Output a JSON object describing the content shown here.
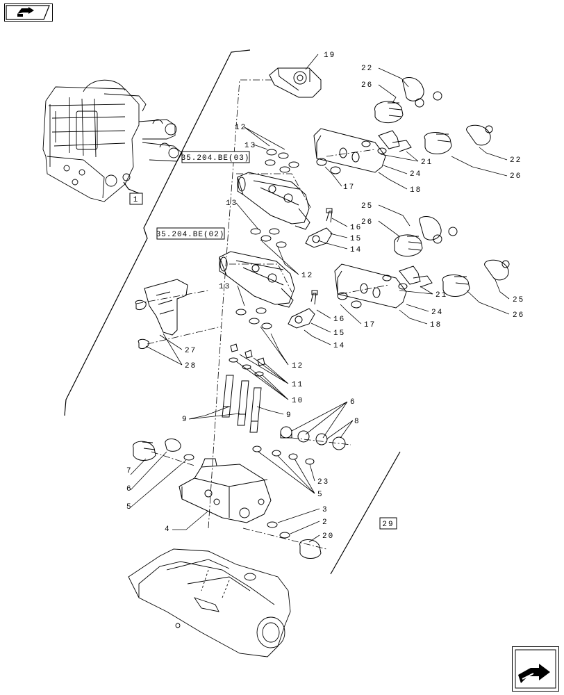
{
  "nav": {
    "prev_icon": "arrow-left-icon",
    "next_icon": "arrow-right-icon"
  },
  "refs": {
    "r1": "1",
    "r29": "29",
    "be03": "35.204.BE(03)",
    "be02": "35.204.BE(02)"
  },
  "callouts": [
    {
      "id": "c19",
      "text": "19"
    },
    {
      "id": "c22a",
      "text": "22"
    },
    {
      "id": "c26a",
      "text": "26"
    },
    {
      "id": "c12a",
      "text": "12"
    },
    {
      "id": "c13a",
      "text": "13"
    },
    {
      "id": "c21a",
      "text": "21"
    },
    {
      "id": "c24a",
      "text": "24"
    },
    {
      "id": "c22b",
      "text": "22"
    },
    {
      "id": "c26b",
      "text": "26"
    },
    {
      "id": "c17a",
      "text": "17"
    },
    {
      "id": "c18a",
      "text": "18"
    },
    {
      "id": "c25a",
      "text": "25"
    },
    {
      "id": "c26c",
      "text": "26"
    },
    {
      "id": "c13b",
      "text": "13"
    },
    {
      "id": "c16a",
      "text": "16"
    },
    {
      "id": "c15a",
      "text": "15"
    },
    {
      "id": "c14a",
      "text": "14"
    },
    {
      "id": "c12b",
      "text": "12"
    },
    {
      "id": "c21b",
      "text": "21"
    },
    {
      "id": "c24b",
      "text": "24"
    },
    {
      "id": "c25b",
      "text": "25"
    },
    {
      "id": "c26d",
      "text": "26"
    },
    {
      "id": "c13c",
      "text": "13"
    },
    {
      "id": "c16b",
      "text": "16"
    },
    {
      "id": "c15b",
      "text": "15"
    },
    {
      "id": "c14b",
      "text": "14"
    },
    {
      "id": "c17b",
      "text": "17"
    },
    {
      "id": "c18b",
      "text": "18"
    },
    {
      "id": "c27",
      "text": "27"
    },
    {
      "id": "c28",
      "text": "28"
    },
    {
      "id": "c12c",
      "text": "12"
    },
    {
      "id": "c11",
      "text": "11"
    },
    {
      "id": "c10",
      "text": "10"
    },
    {
      "id": "c9a",
      "text": "9"
    },
    {
      "id": "c9b",
      "text": "9"
    },
    {
      "id": "c6a",
      "text": "6"
    },
    {
      "id": "c8",
      "text": "8"
    },
    {
      "id": "c7",
      "text": "7"
    },
    {
      "id": "c6b",
      "text": "6"
    },
    {
      "id": "c5a",
      "text": "5"
    },
    {
      "id": "c23",
      "text": "23"
    },
    {
      "id": "c5b",
      "text": "5"
    },
    {
      "id": "c4",
      "text": "4"
    },
    {
      "id": "c3",
      "text": "3"
    },
    {
      "id": "c2",
      "text": "2"
    },
    {
      "id": "c20",
      "text": "20"
    }
  ]
}
